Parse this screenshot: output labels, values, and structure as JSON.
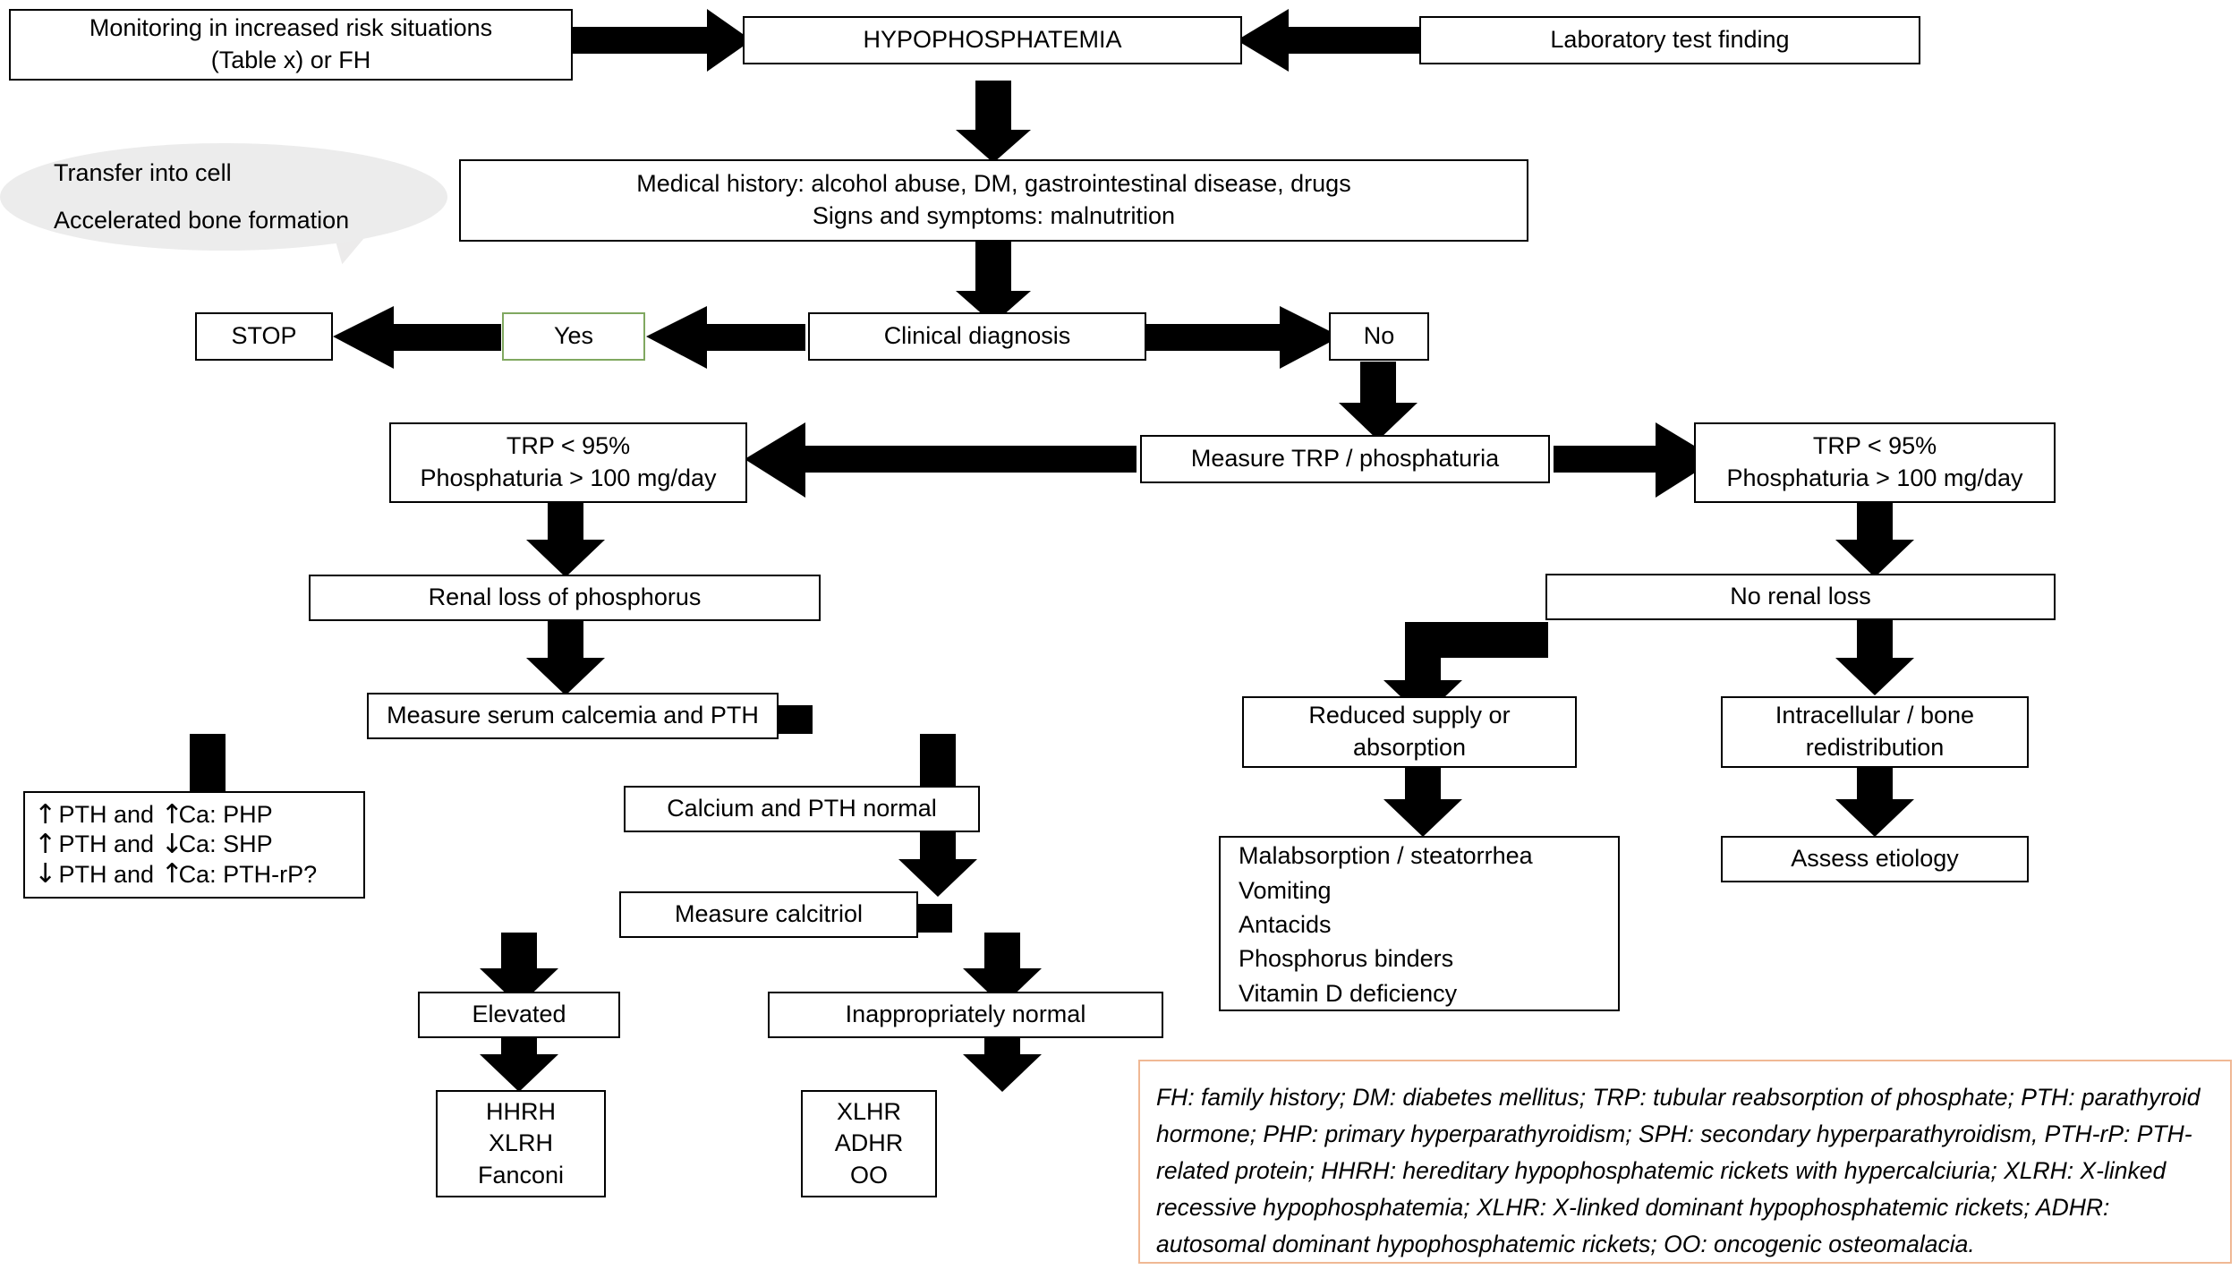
{
  "title": "Hypophosphatemia diagnostic algorithm",
  "nodes": {
    "monitoring": "Monitoring in increased risk situations\n(Table x) or FH",
    "hypophosphatemia": "HYPOPHOSPHATEMIA",
    "lab_finding": "Laboratory test finding",
    "history": "Medical history: alcohol abuse, DM, gastrointestinal disease, drugs\nSigns and symptoms: malnutrition",
    "stop": "STOP",
    "yes": "Yes",
    "clinical_diagnosis": "Clinical diagnosis",
    "no": "No",
    "trp_left": "TRP < 95%\nPhosphaturia > 100 mg/day",
    "measure_trp": "Measure TRP / phosphaturia",
    "trp_right": "TRP < 95%\nPhosphaturia > 100 mg/day",
    "renal_loss": "Renal loss of phosphorus",
    "no_renal_loss": "No renal loss",
    "measure_calcemia": "Measure serum calcemia and PTH",
    "calcium_pth_normal": "Calcium and PTH normal",
    "measure_calcitriol": "Measure calcitriol",
    "elevated": "Elevated",
    "inappropriately_normal": "Inappropriately normal",
    "hhrh_box": "HHRH\nXLRH\nFanconi",
    "xlhr_box": "XLHR\nADHR\nOO",
    "reduced_supply": "Reduced supply or\nabsorption",
    "intracellular": "Intracellular / bone\nredistribution",
    "assess_etiology": "Assess etiology"
  },
  "pth_list": [
    {
      "arrow1": "↑",
      "text1": " PTH and ",
      "arrow2": "↑",
      "text2": "Ca: PHP"
    },
    {
      "arrow1": "↑",
      "text1": " PTH and ",
      "arrow2": "↓",
      "text2": "Ca: SHP"
    },
    {
      "arrow1": "↓",
      "text1": " PTH and ",
      "arrow2": "↑",
      "text2": "Ca: PTH-rP?"
    }
  ],
  "malabsorption_list": [
    "Malabsorption / steatorrhea",
    "Vomiting",
    "Antacids",
    "Phosphorus binders",
    "Vitamin D deficiency"
  ],
  "bubble": {
    "line1": "Transfer into cell",
    "line2": "Accelerated bone formation"
  },
  "legend": "FH: family history; DM: diabetes mellitus; TRP: tubular reabsorption of phosphate; PTH: parathyroid hormone; PHP: primary hyperparathyroidism; SPH: secondary hyperparathyroidism, PTH-rP: PTH-related protein; HHRH: hereditary hypophosphatemic rickets with hypercalciuria; XLRH: X-linked recessive hypophosphatemia; XLHR: X-linked dominant hypophosphatemic rickets; ADHR: autosomal dominant hypophosphatemic rickets; OO: oncogenic osteomalacia.",
  "colors": {
    "accent_green": "#80a860",
    "legend_border": "#f0b894",
    "bubble_fill": "#ececec",
    "arrow": "#000000"
  }
}
